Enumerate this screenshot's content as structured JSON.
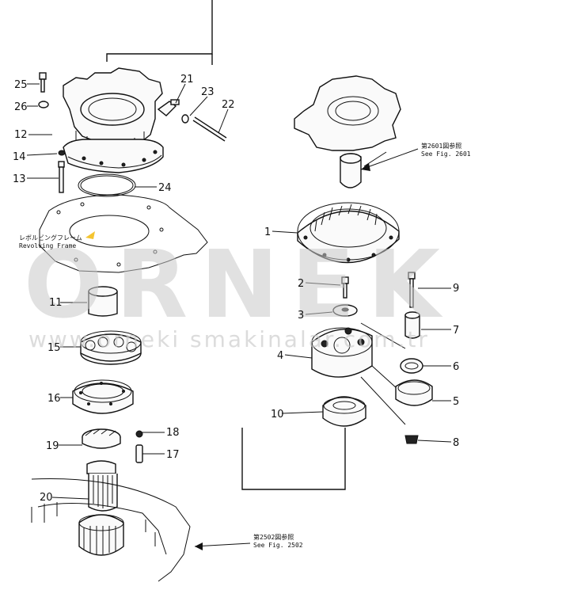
{
  "watermark": {
    "brand": "ORNEK",
    "url": "www.orneki smakinalar.com.tr"
  },
  "callouts": [
    {
      "id": "25",
      "label": "25"
    },
    {
      "id": "26",
      "label": "26"
    },
    {
      "id": "12",
      "label": "12"
    },
    {
      "id": "14",
      "label": "14"
    },
    {
      "id": "13",
      "label": "13"
    },
    {
      "id": "24",
      "label": "24"
    },
    {
      "id": "21",
      "label": "21"
    },
    {
      "id": "23",
      "label": "23"
    },
    {
      "id": "22",
      "label": "22"
    },
    {
      "id": "11",
      "label": "11"
    },
    {
      "id": "15",
      "label": "15"
    },
    {
      "id": "16",
      "label": "16"
    },
    {
      "id": "18",
      "label": "18"
    },
    {
      "id": "17",
      "label": "17"
    },
    {
      "id": "19",
      "label": "19"
    },
    {
      "id": "20",
      "label": "20"
    },
    {
      "id": "1",
      "label": "1"
    },
    {
      "id": "2",
      "label": "2"
    },
    {
      "id": "3",
      "label": "3"
    },
    {
      "id": "9",
      "label": "9"
    },
    {
      "id": "7",
      "label": "7"
    },
    {
      "id": "4",
      "label": "4"
    },
    {
      "id": "6",
      "label": "6"
    },
    {
      "id": "5",
      "label": "5"
    },
    {
      "id": "10",
      "label": "10"
    },
    {
      "id": "8",
      "label": "8"
    }
  ],
  "references": {
    "revolving_frame_jp": "レボルビングフレーム",
    "revolving_frame_en": "Revolving Frame",
    "fig2601_jp": "第2601図参照",
    "fig2601_en": "See Fig. 2601",
    "fig2502_jp": "第2502図参照",
    "fig2502_en": "See Fig. 2502"
  }
}
